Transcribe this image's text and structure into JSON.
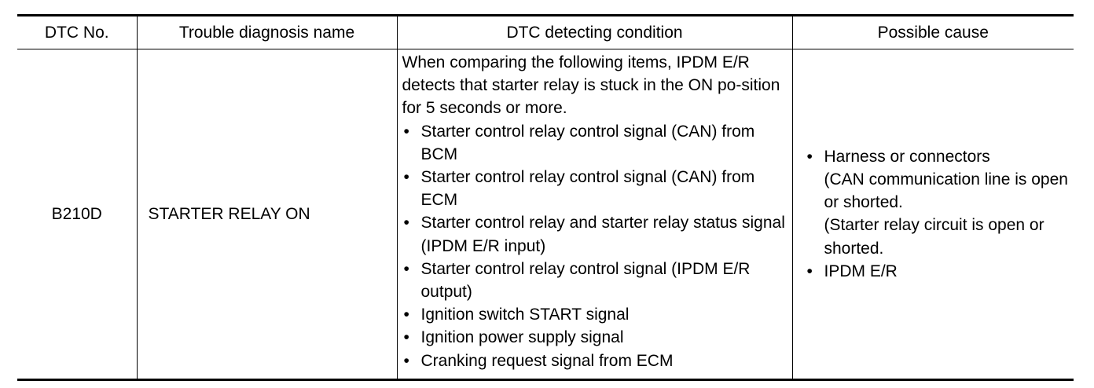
{
  "table": {
    "headers": {
      "dtc_no": "DTC No.",
      "trouble_name": "Trouble diagnosis name",
      "detecting_condition": "DTC detecting condition",
      "possible_cause": "Possible cause"
    },
    "row": {
      "dtc_code": "B210D",
      "trouble_name": "STARTER RELAY ON",
      "condition_intro": "When comparing the following items, IPDM E/R detects that starter relay is stuck in the ON po-sition for 5 seconds or more.",
      "condition_items": [
        "Starter control relay control signal (CAN) from BCM",
        "Starter control relay control signal (CAN) from ECM",
        "Starter control relay and starter relay status signal (IPDM E/R input)",
        "Starter control relay control signal (IPDM E/R output)",
        "Ignition switch START signal",
        "Ignition power supply signal",
        "Cranking request signal from ECM"
      ],
      "causes": [
        {
          "main": "Harness or connectors",
          "details": [
            "(CAN communication line is open or shorted.",
            "(Starter relay circuit is open or shorted."
          ]
        },
        {
          "main": "IPDM E/R",
          "details": []
        }
      ]
    },
    "bullet_glyph": "•"
  }
}
